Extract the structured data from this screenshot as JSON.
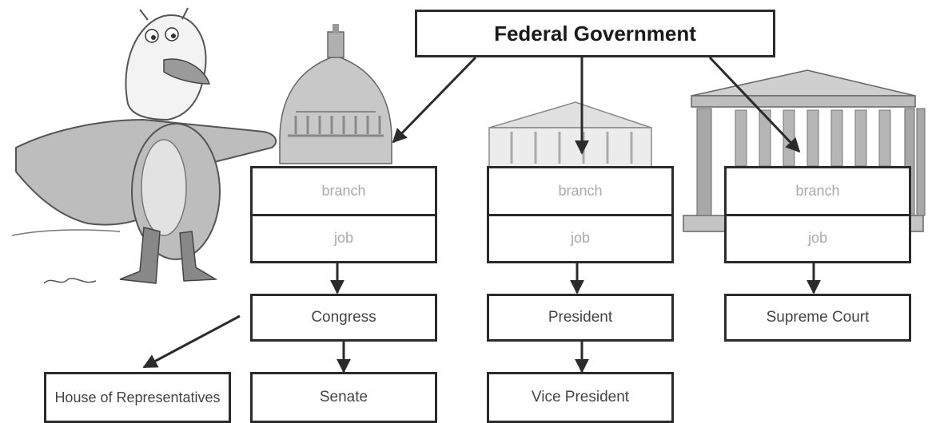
{
  "diagram": {
    "title": "Federal Government",
    "branches": [
      {
        "placeholder_top": "branch",
        "placeholder_bottom": "job",
        "office": "Congress"
      },
      {
        "placeholder_top": "branch",
        "placeholder_bottom": "job",
        "office": "President"
      },
      {
        "placeholder_top": "branch",
        "placeholder_bottom": "job",
        "office": "Supreme Court"
      }
    ],
    "sub_offices": {
      "house": "House of Representatives",
      "senate": "Senate",
      "vice_president": "Vice President"
    },
    "illustrations": [
      "eagle-mascot-illustration",
      "capitol-building-illustration",
      "white-house-illustration",
      "supreme-court-building-illustration"
    ],
    "colors": {
      "line": "#2b2b2b",
      "placeholder_text": "#a9a9a9",
      "illustration_gray": "#bdbdbd"
    }
  }
}
